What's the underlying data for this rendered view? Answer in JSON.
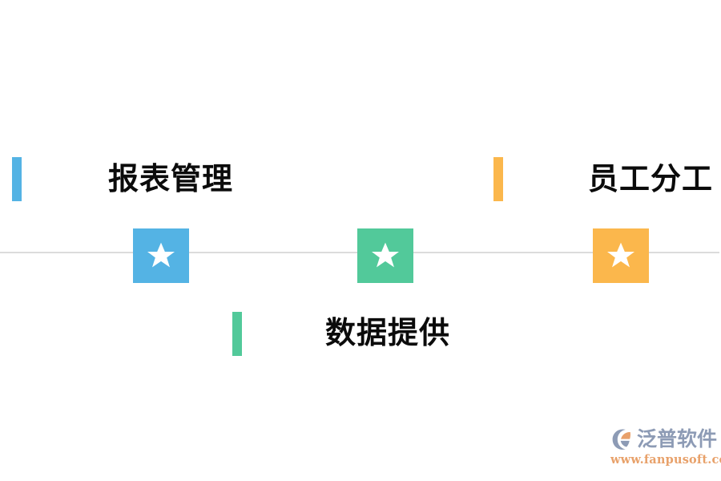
{
  "graphic": {
    "type": "timeline-infographic",
    "background_color": "#ffffff",
    "axis": {
      "name": "timeline-axis",
      "color": "#dcdcdc"
    },
    "nodes": [
      {
        "id": "reports",
        "icon": "star-icon",
        "color": "#54b3e4",
        "label": "报表管理",
        "label_position": "above",
        "accent_bar_color": "#54b3e4"
      },
      {
        "id": "data",
        "icon": "star-icon",
        "color": "#52c99a",
        "label": "数据提供",
        "label_position": "below",
        "accent_bar_color": "#52c99a"
      },
      {
        "id": "staff",
        "icon": "star-icon",
        "color": "#fbb74c",
        "label": "员工分工",
        "label_position": "above",
        "accent_bar_color": "#fbb74c"
      }
    ],
    "label_color": "#0b0b0b"
  },
  "watermark": {
    "mark_icon": "fanpu-swoosh-logo-icon",
    "brand_name": "泛普软件",
    "brand_color": "#8d9bb5",
    "url": "www.fanpusoft.com",
    "url_color": "#e8a16a",
    "mark_accent_color": "#e8a06a"
  }
}
